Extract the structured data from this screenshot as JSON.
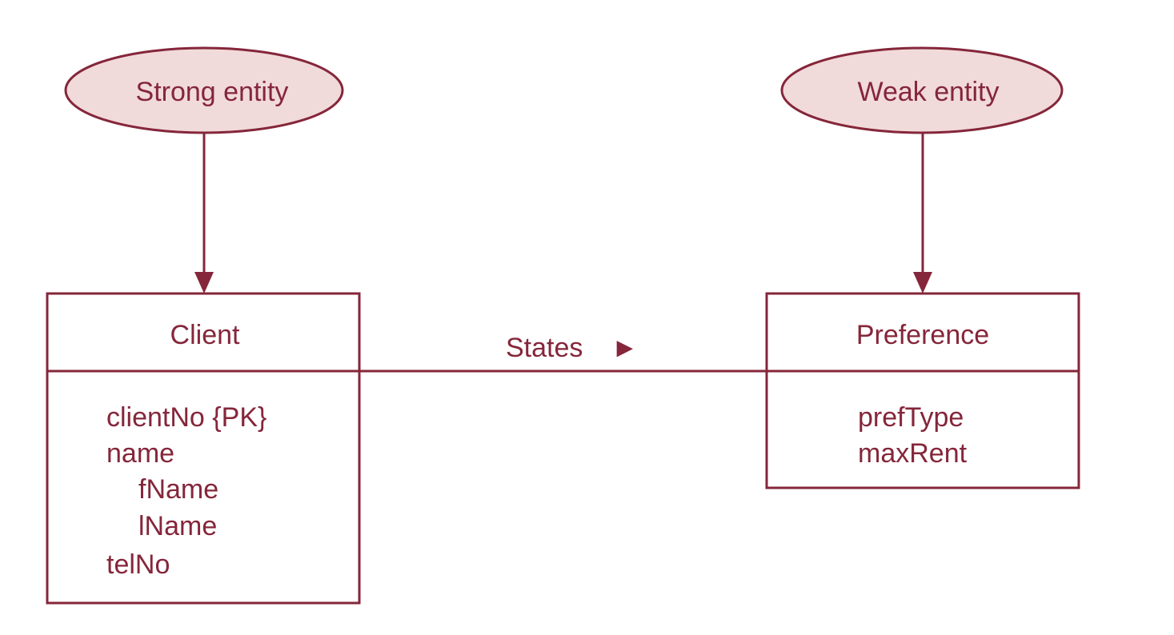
{
  "colors": {
    "stroke": "#85263a",
    "ellipse_fill": "#f1dada",
    "text": "#85263a",
    "background": "#ffffff"
  },
  "callouts": {
    "strong": "Strong entity",
    "weak": "Weak entity"
  },
  "entities": {
    "client": {
      "name": "Client",
      "attributes": [
        "clientNo {PK}",
        "name",
        "fName",
        "lName",
        "telNo"
      ]
    },
    "preference": {
      "name": "Preference",
      "attributes": [
        "prefType",
        "maxRent"
      ]
    }
  },
  "relationship": {
    "label": "States",
    "direction_symbol": "►"
  }
}
